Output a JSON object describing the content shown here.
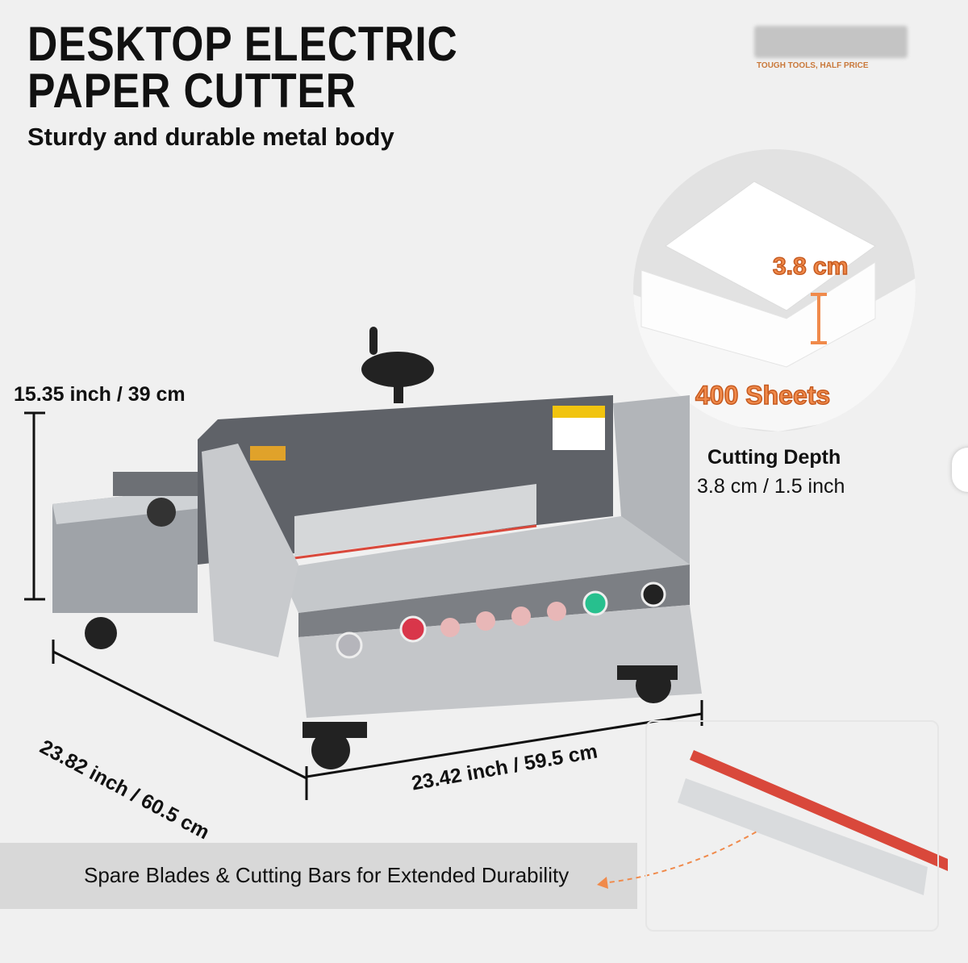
{
  "header": {
    "title": "DESKTOP ELECTRIC\nPAPER CUTTER",
    "subtitle": "Sturdy and durable metal body",
    "brand_slogan": "TOUGH TOOLS, HALF PRICE"
  },
  "cutting_depth": {
    "thickness_label": "3.8 cm",
    "sheets_label": "400 Sheets",
    "title": "Cutting Depth",
    "value": "3.8 cm / 1.5 inch"
  },
  "dimensions": {
    "height": "15.35 inch / 39 cm",
    "depth": "23.82 inch / 60.5 cm",
    "width": "23.42 inch / 59.5 cm"
  },
  "banner": {
    "text": "Spare Blades & Cutting Bars for Extended Durability"
  },
  "colors": {
    "accent_orange": "#f08a4b",
    "blade_red": "#d9483b",
    "body_gray": "#b9bcbf",
    "panel_dark": "#5d6066"
  }
}
